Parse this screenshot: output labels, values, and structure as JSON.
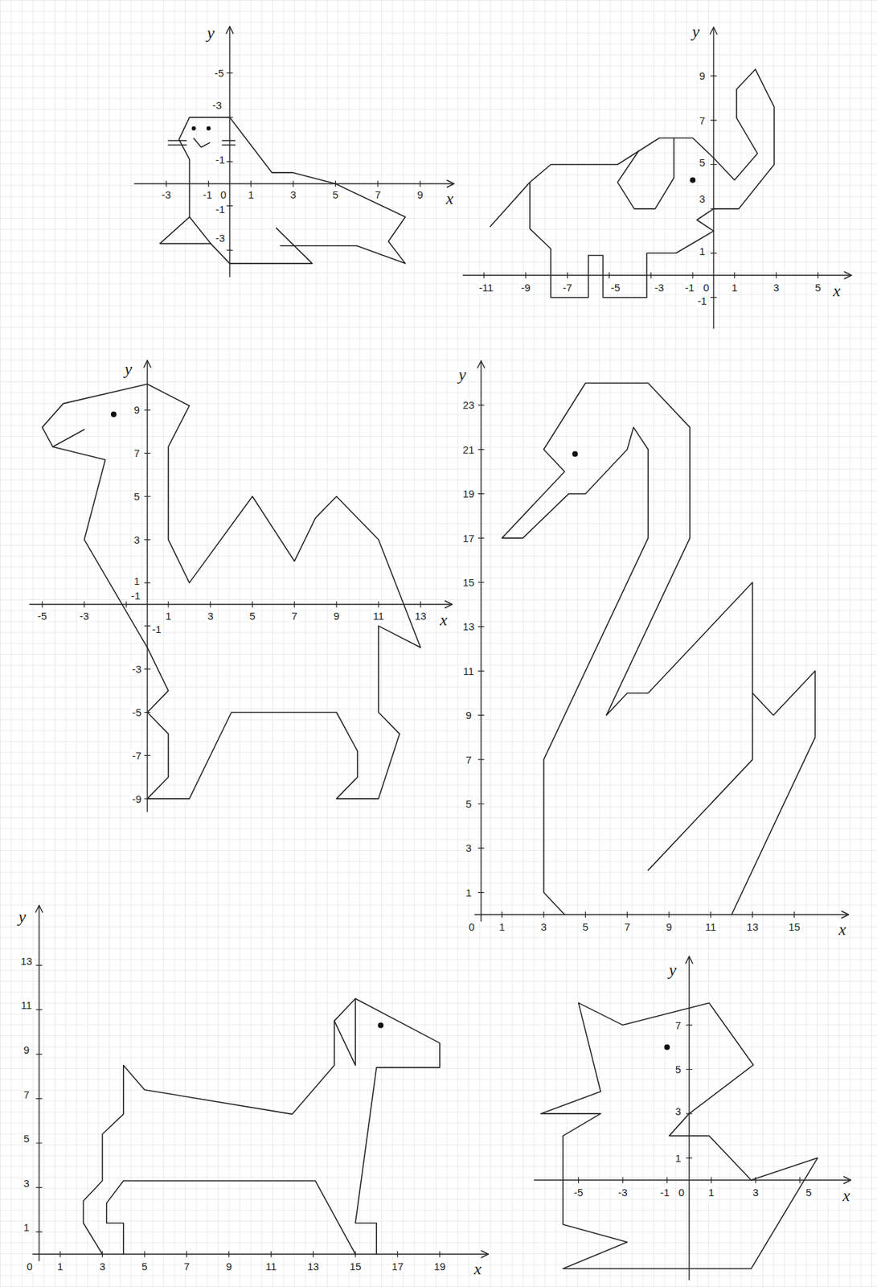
{
  "diagram": {
    "labels": [
      "y",
      "-5",
      "-3",
      "-1",
      "x",
      "-3",
      "-1",
      "0",
      "1",
      "3",
      "5",
      "7",
      "9",
      "-1",
      "-3",
      "y",
      "9",
      "7",
      "5",
      "3",
      "1",
      "-1",
      "x",
      "-11",
      "-9",
      "-7",
      "-5",
      "-3",
      "-1",
      "0",
      "1",
      "3",
      "5",
      "y",
      "9",
      "7",
      "5",
      "3",
      "1",
      "x",
      "-5",
      "-3",
      "-1",
      "1",
      "3",
      "5",
      "7",
      "9",
      "11",
      "13",
      "-1",
      "-3",
      "-5",
      "-7",
      "-9",
      "y",
      "23",
      "21",
      "19",
      "17",
      "15",
      "13",
      "11",
      "9",
      "7",
      "5",
      "3",
      "1",
      "0",
      "1",
      "3",
      "5",
      "7",
      "9",
      "11",
      "13",
      "15",
      "x",
      "y",
      "13",
      "11",
      "9",
      "7",
      "5",
      "3",
      "1",
      "0",
      "1",
      "3",
      "5",
      "7",
      "9",
      "11",
      "13",
      "15",
      "17",
      "19",
      "x",
      "y",
      "7",
      "5",
      "3",
      "1",
      "x",
      "-5",
      "-3",
      "-1",
      "0",
      "1",
      "3",
      "5"
    ]
  }
}
